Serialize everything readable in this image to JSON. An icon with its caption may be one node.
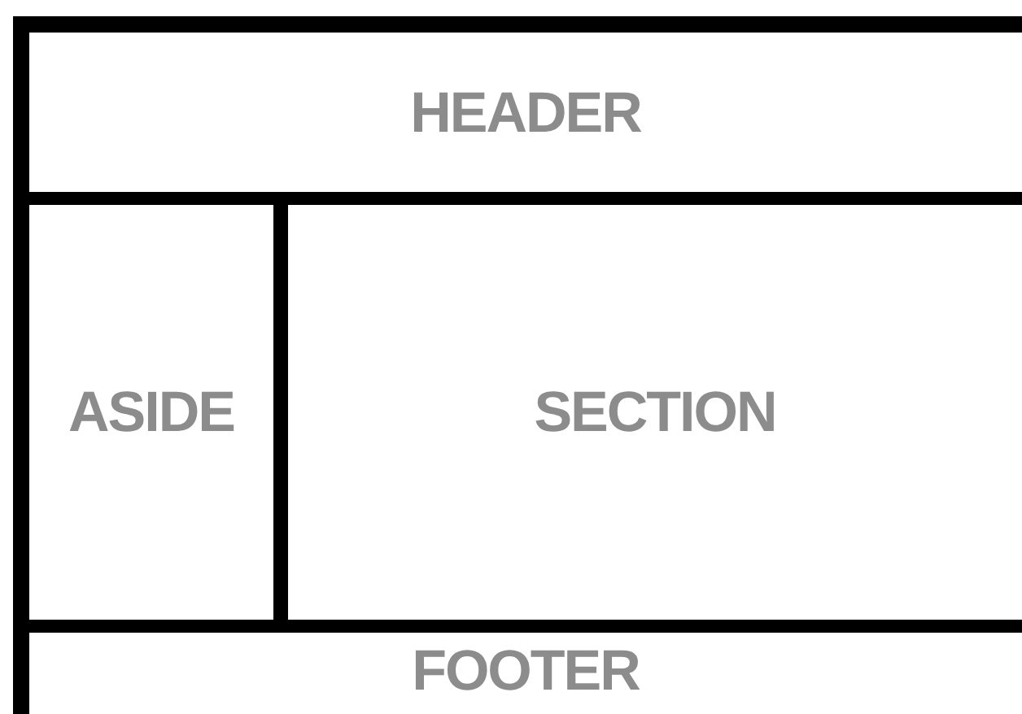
{
  "diagram": {
    "nodes": [
      {
        "text": [
          "HEADER"
        ]
      },
      {
        "text": [
          "ASIDE"
        ]
      },
      {
        "text": [
          "SECTION"
        ]
      },
      {
        "text": [
          "FOOTER"
        ]
      }
    ]
  }
}
